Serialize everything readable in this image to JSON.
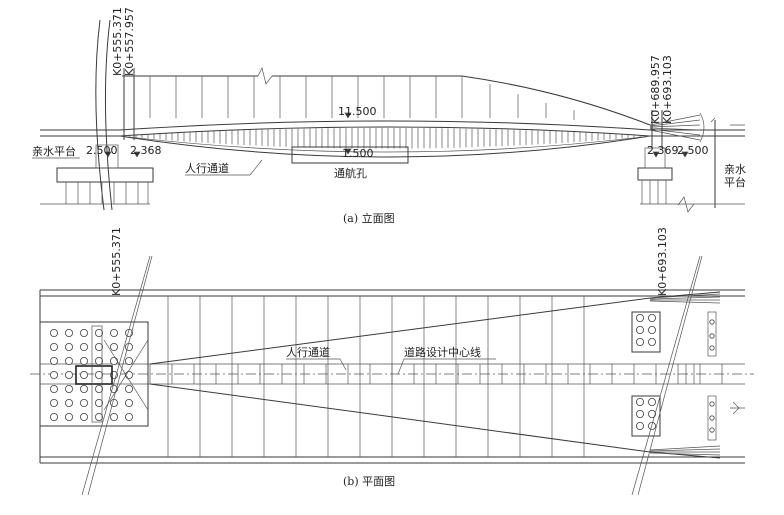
{
  "elevation": {
    "stations": {
      "left_1": "K0+555.371",
      "left_2": "K0+557.957",
      "right_1": "K0+689.957",
      "right_2": "K0+693.103"
    },
    "dims": {
      "left_outer": "2.500",
      "left_inner": "2.368",
      "mid_top": "11.500",
      "nav_clear": "1.500",
      "right_inner": "2.369",
      "right_outer": "2.500"
    },
    "labels": {
      "left_platform": "亲水平台",
      "walkway": "人行通道",
      "nav_hole": "通航孔",
      "right_platform_1": "亲水",
      "right_platform_2": "平台"
    },
    "caption": "(a) 立面图"
  },
  "plan": {
    "stations": {
      "left": "K0+555.371",
      "right": "K0+693.103"
    },
    "labels": {
      "walkway": "人行通道",
      "centerline": "道路设计中心线"
    },
    "caption": "(b) 平面图"
  }
}
